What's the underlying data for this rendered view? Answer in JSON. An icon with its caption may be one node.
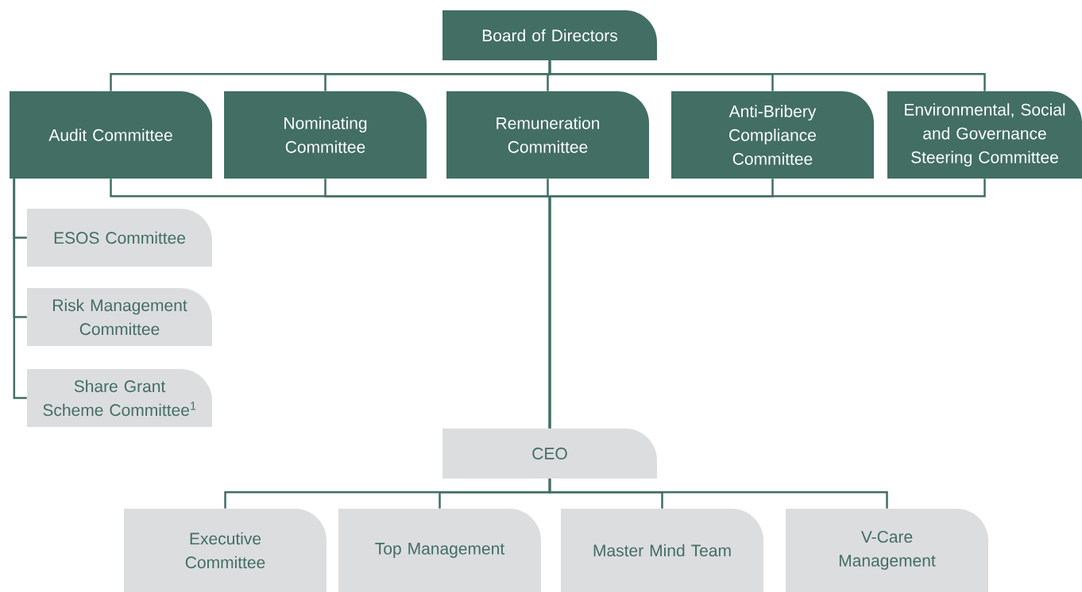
{
  "diagram": {
    "nodes": [
      {
        "text": [
          "Board of Directors"
        ]
      },
      {
        "text": [
          "Audit Committee"
        ]
      },
      {
        "text": [
          "Nominating Committee"
        ]
      },
      {
        "text": [
          "Remuneration Committee"
        ]
      },
      {
        "text": [
          "Anti-Bribery Compliance Committee"
        ]
      },
      {
        "text": [
          "Environmental, Social and Governance Steering Committee"
        ]
      },
      {
        "text": [
          "ESOS Committee"
        ]
      },
      {
        "text": [
          "Risk Management Committee"
        ]
      },
      {
        "text": [
          "Share Grant Scheme Committee$^{1}$"
        ]
      },
      {
        "text": [
          "CEO"
        ]
      },
      {
        "text": [
          "Executive Committee"
        ]
      },
      {
        "text": [
          "Top Management"
        ]
      },
      {
        "text": [
          "Master Mind Team"
        ]
      },
      {
        "text": [
          "V-Care Management"
        ]
      }
    ],
    "edges": [
      {
        "from": 0,
        "to": 1,
        "arrow": "none"
      },
      {
        "from": 0,
        "to": 2,
        "arrow": "none"
      },
      {
        "from": 0,
        "to": 3,
        "arrow": "none"
      },
      {
        "from": 0,
        "to": 4,
        "arrow": "none"
      },
      {
        "from": 0,
        "to": 5,
        "arrow": "none"
      },
      {
        "from": 1,
        "to": 6,
        "arrow": "none"
      },
      {
        "from": 1,
        "to": 7,
        "arrow": "none"
      },
      {
        "from": 1,
        "to": 8,
        "arrow": "none"
      },
      {
        "from": 1,
        "to": 9,
        "arrow": "none"
      },
      {
        "from": 2,
        "to": 9,
        "arrow": "none"
      },
      {
        "from": 3,
        "to": 9,
        "arrow": "none"
      },
      {
        "from": 4,
        "to": 9,
        "arrow": "none"
      },
      {
        "from": 5,
        "to": 9,
        "arrow": "none"
      },
      {
        "from": 9,
        "to": 10,
        "arrow": "none"
      },
      {
        "from": 9,
        "to": 11,
        "arrow": "none"
      },
      {
        "from": 9,
        "to": 12,
        "arrow": "none"
      },
      {
        "from": 9,
        "to": 13,
        "arrow": "none"
      }
    ]
  }
}
